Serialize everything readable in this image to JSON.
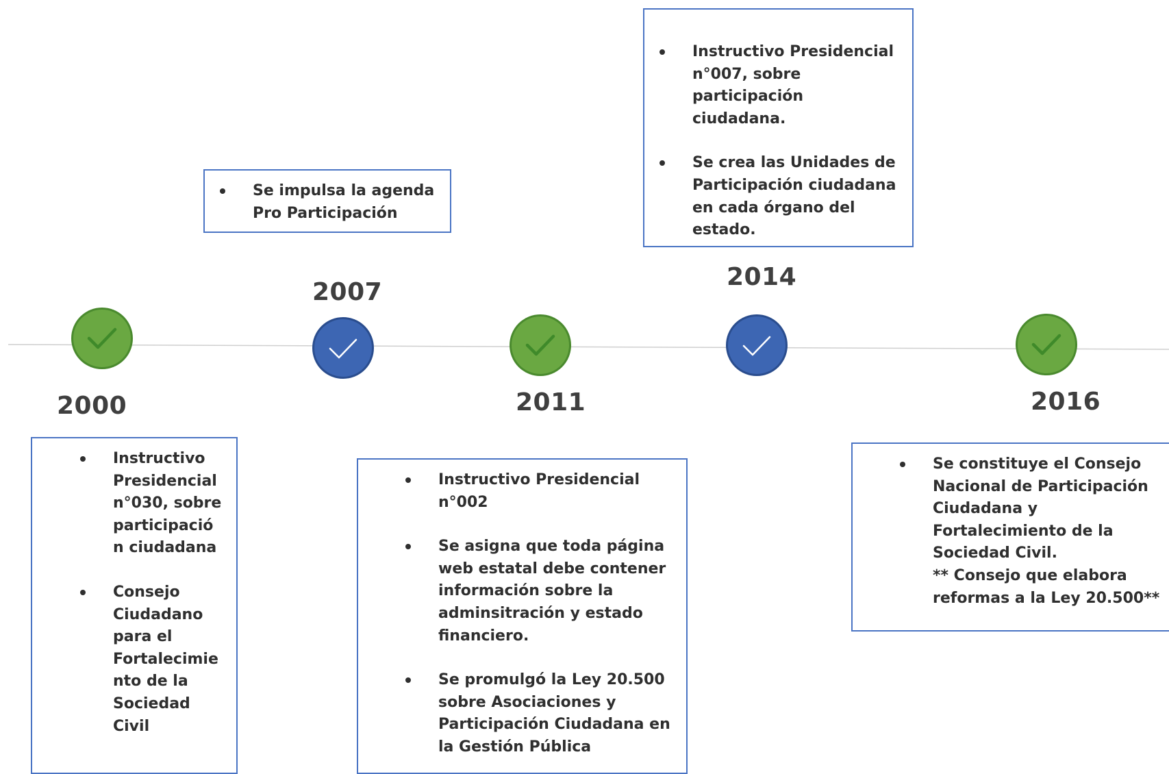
{
  "events": [
    {
      "year": "2000",
      "color": "#6aa842",
      "items": [
        "Instructivo\nPresidencial\nn°030, sobre\nparticipació\nn ciudadana",
        "Consejo\nCiudadano\npara el\nFortalecimie\nnto de la\nSociedad\nCivil"
      ]
    },
    {
      "year": "2007",
      "color": "#3d66b3",
      "items": [
        "Se impulsa la agenda\nPro Participación"
      ]
    },
    {
      "year": "2011",
      "color": "#6aa842",
      "items": [
        "Instructivo Presidencial\nn°002",
        "Se asigna que toda página\nweb estatal debe contener\ninformación sobre la\nadminsitración y estado\nfinanciero.",
        "Se promulgó la Ley 20.500\nsobre Asociaciones y\nParticipación Ciudadana en\nla Gestión Pública"
      ]
    },
    {
      "year": "2014",
      "color": "#3d66b3",
      "items": [
        "Instructivo Presidencial\nn°007, sobre\nparticipación\nciudadana.",
        "Se crea las Unidades de\nParticipación ciudadana\nen cada órgano del\nestado."
      ]
    },
    {
      "year": "2016",
      "color": "#6aa842",
      "items": [
        "Se constituye el Consejo\nNacional de Participación\nCiudadana y\nFortalecimiento de la\nSociedad Civil.\n** Consejo que elabora\nreformas a la Ley 20.500**"
      ]
    }
  ],
  "icons": {
    "node": "check-icon"
  }
}
